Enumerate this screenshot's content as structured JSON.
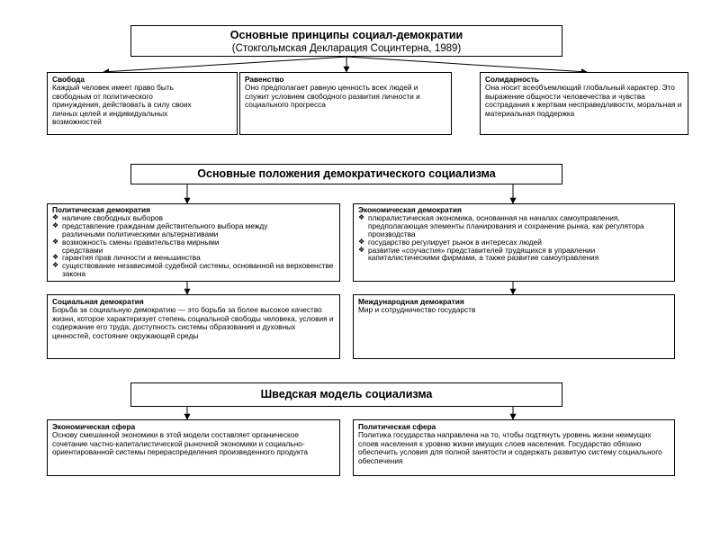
{
  "section1": {
    "title": "Основные принципы социал-демократии",
    "subtitle": "(Стокгольмская Декларация Социнтерна, 1989)",
    "boxes": [
      {
        "title": "Свобода",
        "text": "Каждый человек имеет право быть свободным от политического принуждения, действовать в силу своих личных целей и индивидуальных возможностей"
      },
      {
        "title": "Равенство",
        "text": "Оно предполагает равную ценность всех людей и служит условием свободного развития личности и социального прогресса"
      },
      {
        "title": "Солидарность",
        "text": "Она носит всеобъемлющий глобальный характер. Это выражение общности человечества и чувства сострадания к жертвам несправедливости, моральная и материальная поддержка"
      }
    ]
  },
  "section2": {
    "title": "Основные положения демократического социализма",
    "political": {
      "title": "Политическая демократия",
      "items": [
        "наличие свободных выборов",
        "представление гражданам действительного выбора между различными политическими альтернативами",
        "возможность смены правительства мирными средствами",
        "гарантия прав личности и меньшинства",
        "существование независимой судебной системы, основанной на верховенстве закона"
      ]
    },
    "economic": {
      "title": "Экономическая демократия",
      "items": [
        "плюралистическая экономика, основанная на началах самоуправления, предполагающая элементы планирования и сохранение рынка, как регулятора производства",
        "государство регулирует рынок в интересах людей",
        "развитие «соучастия» представителей трудящихся в управлении капиталистическими фирмами, а также развитие самоуправления"
      ]
    },
    "social": {
      "title": "Социальная демократия",
      "text": "Борьба за социальную демократию — это борьба за более высокое качество жизни, которое характеризует степень социальной свободы человека, условия и содержание его труда, доступность системы образования и духовных ценностей, состояние окружающей среды"
    },
    "international": {
      "title": "Международная демократия",
      "text": "Мир и сотрудничество государств"
    }
  },
  "section3": {
    "title": "Шведская модель социализма",
    "economic": {
      "title": "Экономическая сфера",
      "text": "Основу смешанной экономики в этой модели составляет органическое сочетание частно-капиталистической рыночной экономики и социально-ориентированной системы перераспределения произведенного продукта"
    },
    "political": {
      "title": "Политическая сфера",
      "text": "Политика государства направлена на то, чтобы подтянуть уровень жизни неимущих слоев населения к уровню жизни имущих слоев населения. Государство обязано обеспечить условия для полной занятости и содержать развитую систему социального обеспечения"
    }
  },
  "icons": {
    "bullet": "diamond-bullet-icon",
    "arrow": "arrow-down-icon"
  }
}
